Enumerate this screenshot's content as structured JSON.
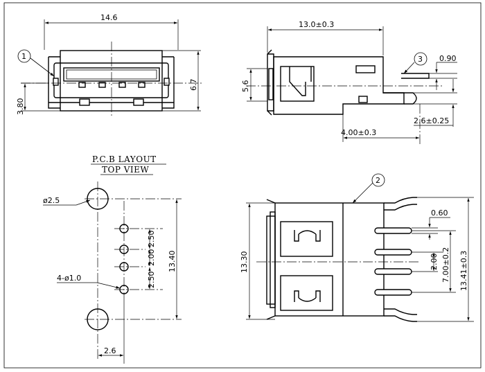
{
  "front_view": {
    "width_dim": "14.6",
    "height_dim": "6.7",
    "offset_dim": "3.80",
    "callout": "1"
  },
  "side_view": {
    "length_dim": "13.0±0.3",
    "height_dim": "5.6",
    "pin_thickness_dim": "0.90",
    "pin_length_dim": "2.6±0.25",
    "body_dim": "4.00±0.3",
    "callout": "3"
  },
  "pcb_layout": {
    "title": "P.C.B LAYOUT",
    "subtitle": "TOP VIEW",
    "big_hole_dim": "ø2.5",
    "small_hole_dim": "4-ø1.0",
    "pitch_top": "2.50",
    "pitch_mid": "2.00",
    "pitch_bottom": "2.50",
    "overall_dim": "13.40",
    "x_offset_dim": "2.6"
  },
  "top_view": {
    "callout": "2",
    "height_dim": "13.30",
    "pin_width_dim": "0.60",
    "pin_pitch_dim": "2.00",
    "pin_span_dim": "7.00±0.2",
    "overall_dim": "13.41±0.3"
  }
}
